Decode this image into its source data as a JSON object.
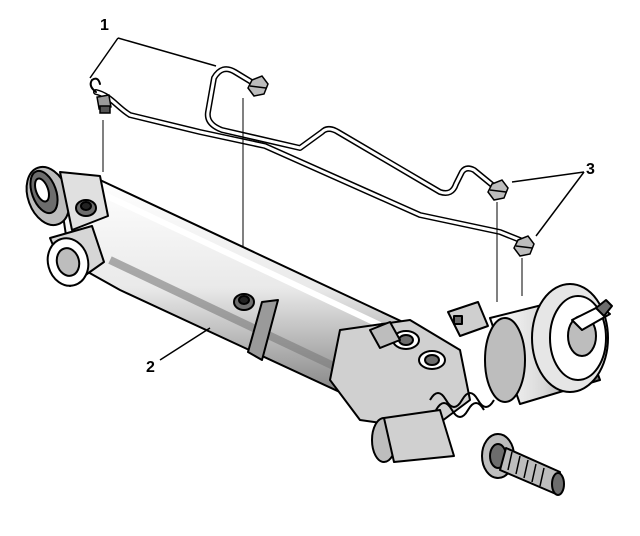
{
  "callouts": {
    "lines_label": "1",
    "rack_label": "2",
    "fittings_label": "3"
  },
  "colors": {
    "ink": "#000000",
    "fill_light": "#ffffff",
    "shade_mid": "#bdbdbd",
    "shade_dark": "#6d6d6d"
  }
}
